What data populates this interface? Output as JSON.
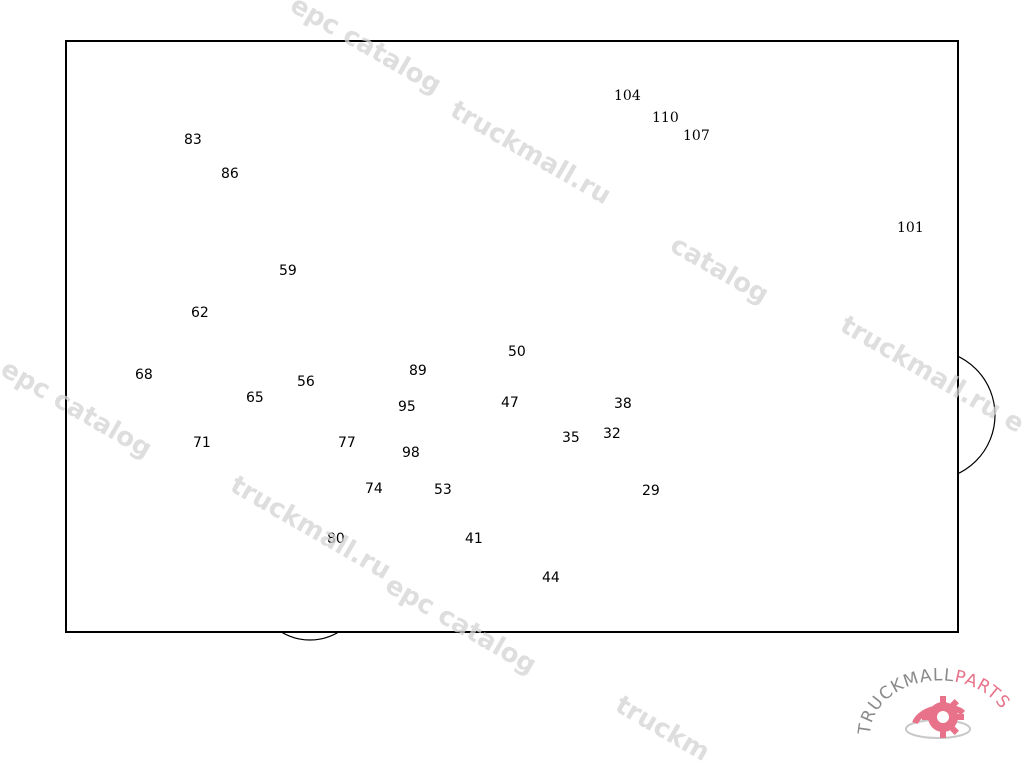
{
  "diagram": {
    "title": "Body trim / underbody panels exploded view",
    "parts": [
      {
        "id": "p83",
        "number": "83"
      },
      {
        "id": "p86",
        "number": "86"
      },
      {
        "id": "p104",
        "number": "104"
      },
      {
        "id": "p110",
        "number": "110"
      },
      {
        "id": "p107",
        "number": "107"
      },
      {
        "id": "p101",
        "number": "101"
      },
      {
        "id": "p59",
        "number": "59"
      },
      {
        "id": "p62",
        "number": "62"
      },
      {
        "id": "p56",
        "number": "56"
      },
      {
        "id": "p65",
        "number": "65"
      },
      {
        "id": "p68",
        "number": "68"
      },
      {
        "id": "p71",
        "number": "71"
      },
      {
        "id": "p89",
        "number": "89"
      },
      {
        "id": "p95",
        "number": "95"
      },
      {
        "id": "p98",
        "number": "98"
      },
      {
        "id": "p77",
        "number": "77"
      },
      {
        "id": "p74",
        "number": "74"
      },
      {
        "id": "p80",
        "number": "80"
      },
      {
        "id": "p50",
        "number": "50"
      },
      {
        "id": "p47",
        "number": "47"
      },
      {
        "id": "p38",
        "number": "38"
      },
      {
        "id": "p35",
        "number": "35"
      },
      {
        "id": "p32",
        "number": "32"
      },
      {
        "id": "p53",
        "number": "53"
      },
      {
        "id": "p29",
        "number": "29"
      },
      {
        "id": "p41",
        "number": "41"
      },
      {
        "id": "p44",
        "number": "44"
      }
    ]
  },
  "watermarks": [
    "epc catalog",
    "truckmall.ru",
    "catalog",
    "truckmall.ru e",
    "l epc catalog",
    "truckmall.ru",
    "epc catalog",
    "truckm"
  ],
  "logo": {
    "text_dark": "TRUCKMALL",
    "text_accent": "PARTS",
    "accent_color": "#e8728a",
    "dark_color": "#8a8a8a",
    "icon": "gear-icon"
  }
}
